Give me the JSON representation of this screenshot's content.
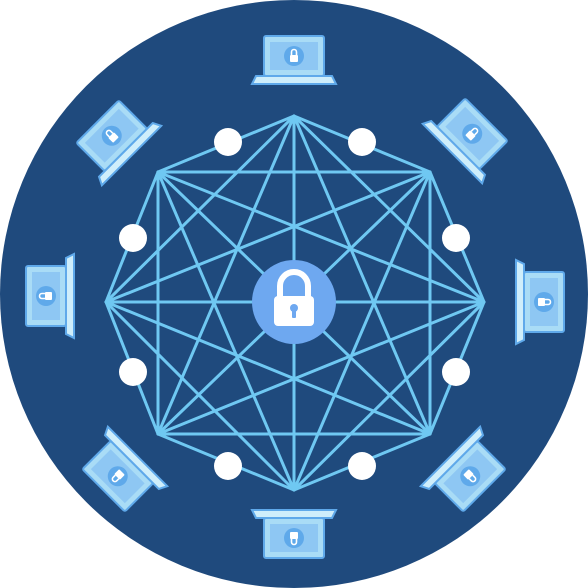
{
  "colors": {
    "background_disc": "#1f4a7d",
    "network_line": "#6fc8f2",
    "node_dot": "#ffffff",
    "center_badge": "#6ea8f0",
    "lock": "#ffffff",
    "laptop_light": "#a9dcf6",
    "laptop_dark": "#5fa9ea",
    "laptop_screen": "#8ec7f3"
  },
  "icons": {
    "center": "padlock-icon",
    "laptop": "laptop-icon",
    "laptop_badge": "padlock-icon",
    "node": "node-dot"
  },
  "network": {
    "vertex_count": 8,
    "node_count": 8,
    "laptop_count": 8,
    "connection": "complete-graph"
  }
}
